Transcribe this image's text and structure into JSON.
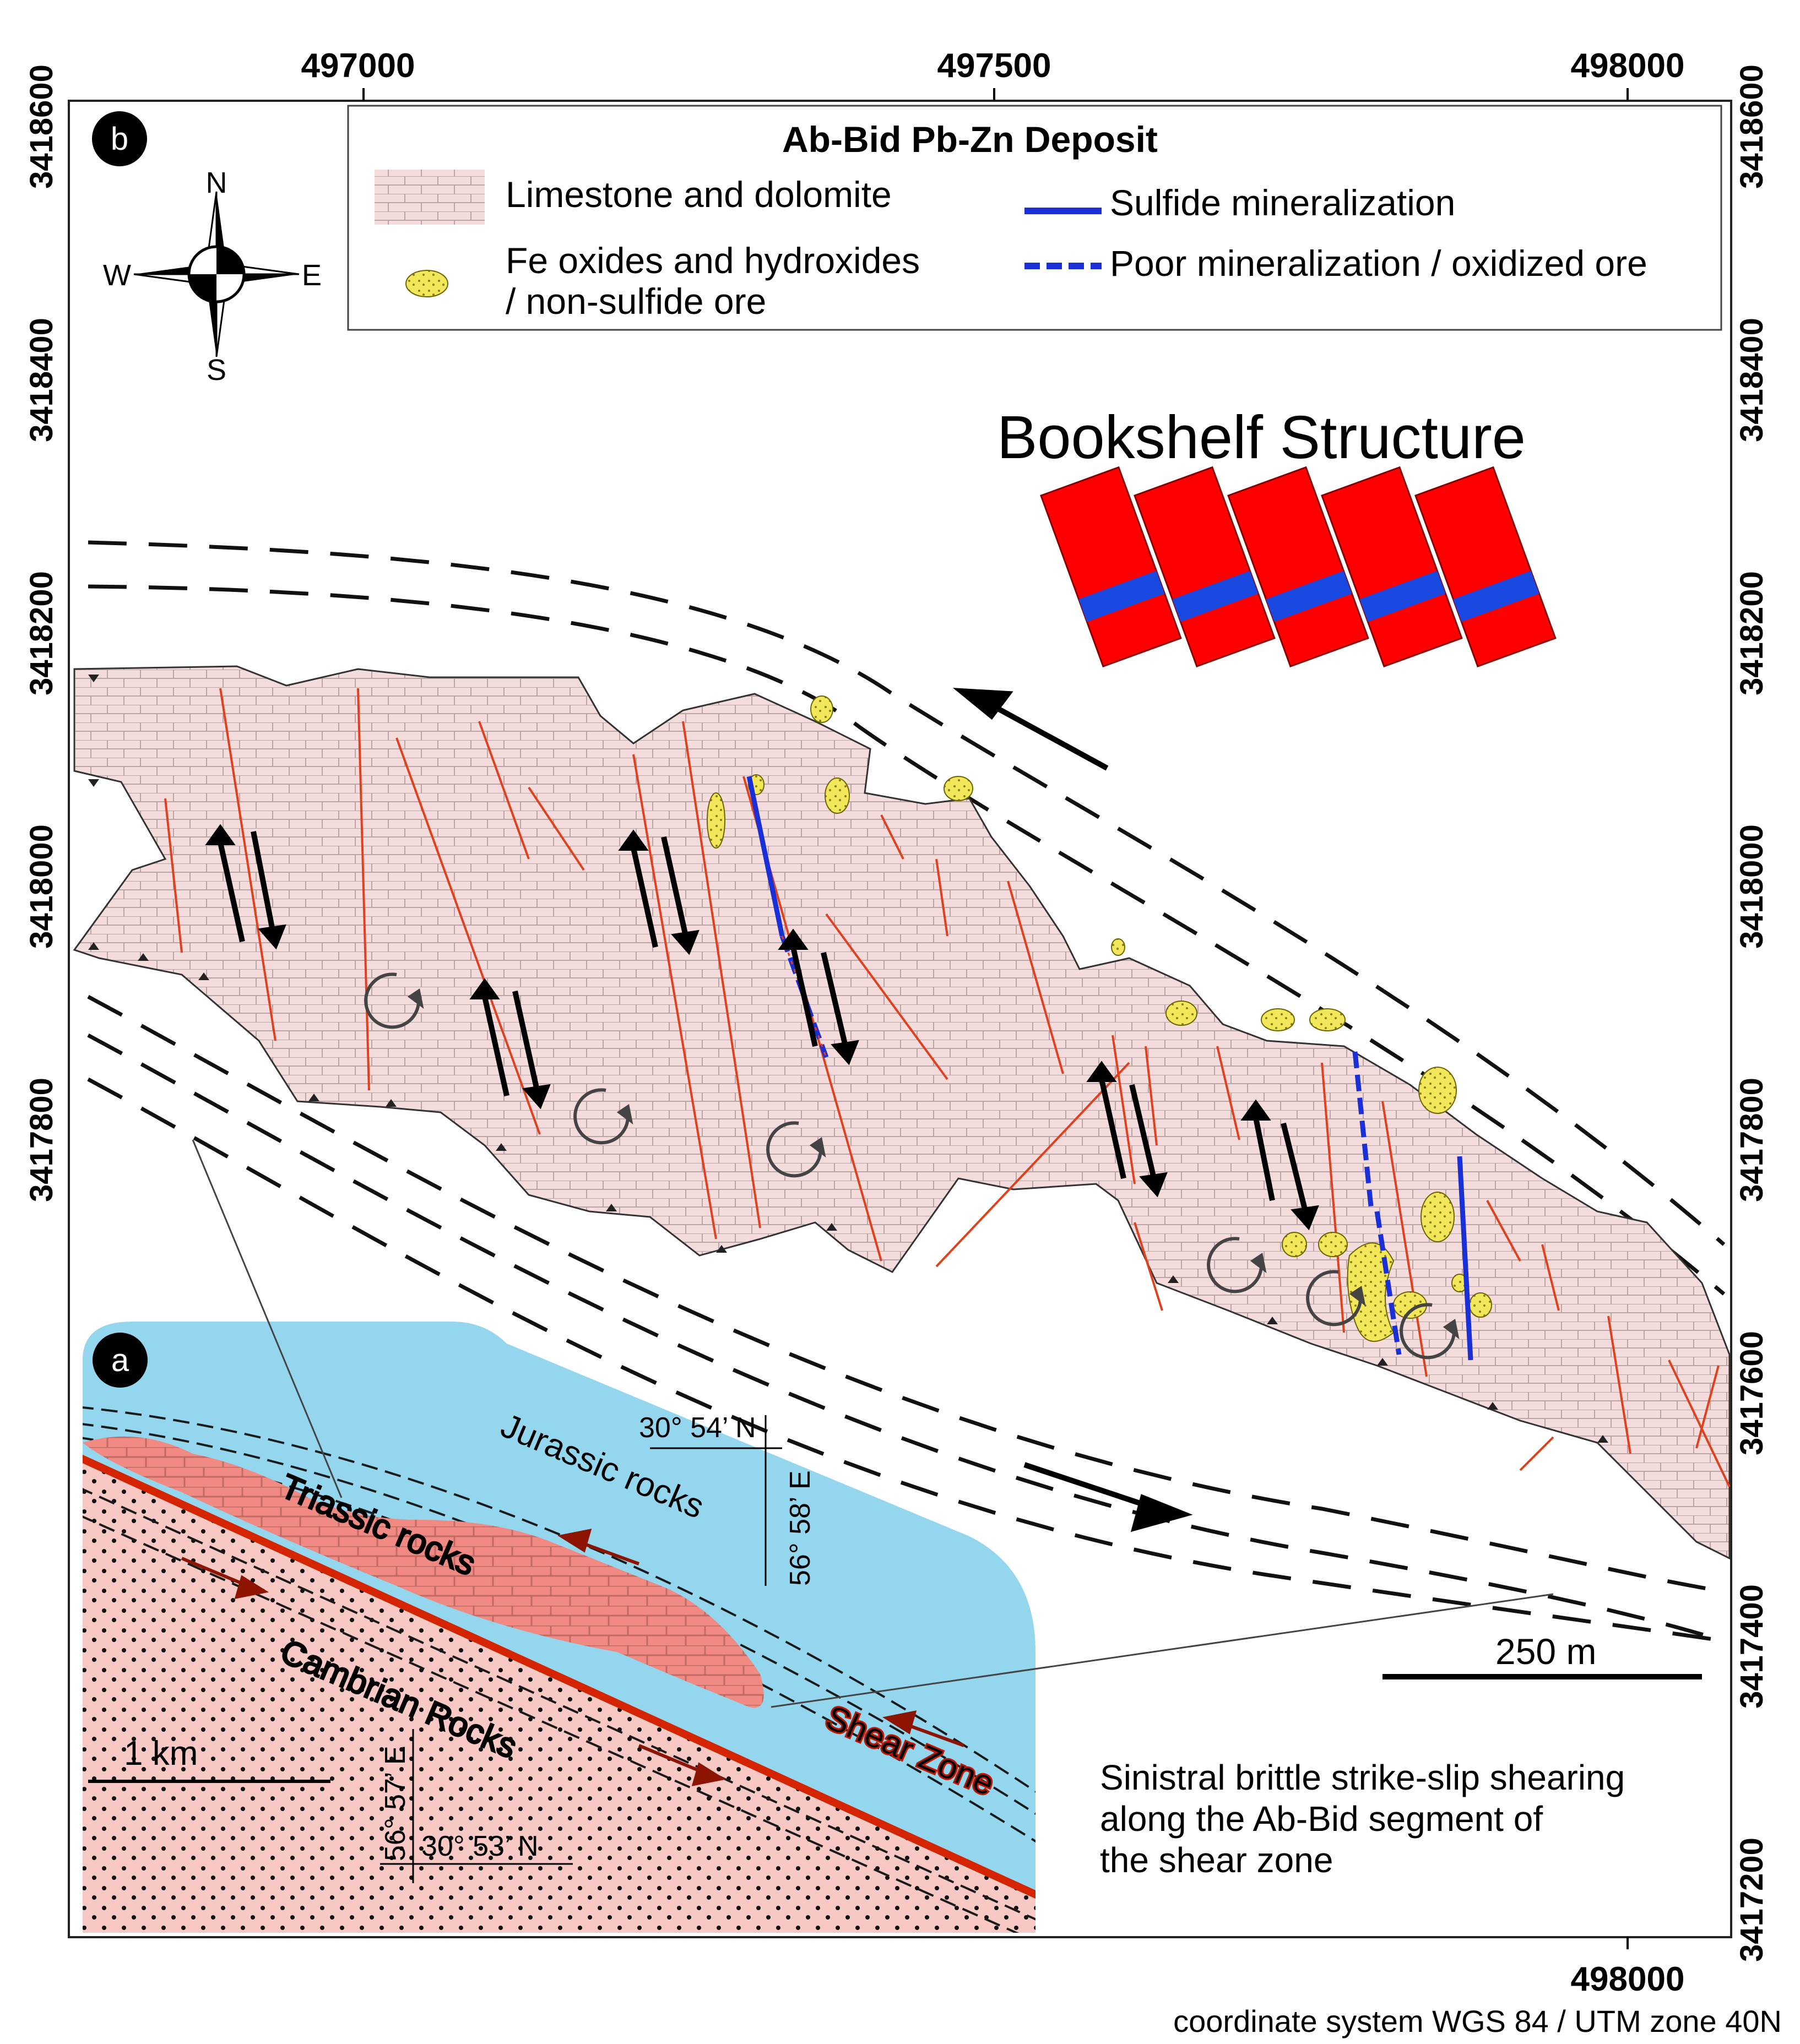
{
  "panel_b": {
    "badge": "b",
    "legend": {
      "title": "Ab-Bid Pb-Zn Deposit",
      "items": [
        {
          "label": "Limestone and dolomite"
        },
        {
          "label_line1": "Fe oxides and hydroxides",
          "label_line2": "/ non-sulfide ore"
        },
        {
          "label": "Sulfide mineralization"
        },
        {
          "label": "Poor mineralization / oxidized ore"
        }
      ]
    },
    "compass": {
      "n": "N",
      "s": "S",
      "e": "E",
      "w": "W"
    },
    "bookshelf_title": "Bookshelf Structure",
    "scale_bar": "250 m",
    "caption_lines": [
      "Sinistral brittle strike-slip shearing",
      "along the Ab-Bid segment of",
      "the shear zone"
    ],
    "x_ticks": [
      "497000",
      "497500",
      "498000"
    ],
    "x_tick_bottom": "498000",
    "y_ticks": [
      "3418600",
      "3418400",
      "3418200",
      "3418000",
      "3417800",
      "3417600",
      "3417400",
      "3417200"
    ],
    "coordinate_system": "coordinate system WGS 84 / UTM zone 40N"
  },
  "panel_a": {
    "badge": "a",
    "labels": {
      "jurassic": "Jurassic rocks",
      "triassic": "Triassic rocks",
      "cambrian": "Cambrian Rocks",
      "shear_zone": "Shear Zone"
    },
    "coords": {
      "lat_top": "30° 54’ N",
      "lon_top": "56° 58’ E",
      "lat_bottom": "30° 53’ N",
      "lon_bottom": "56° 57’ E"
    },
    "scale_bar": "1 km"
  },
  "colors": {
    "limestone": "#f4dcdc",
    "limestone_lines": "#b9a5a5",
    "fault_red": "#e2401c",
    "sulfide_blue": "#1b2fd6",
    "fe_yellow": "#f2e65a",
    "bookshelf_red": "#ff0000",
    "bookshelf_blue": "#1848e0",
    "jurassic_blue": "#93d6ee",
    "triassic_red": "#f08a82",
    "cambrian_pink": "#f8c8c4",
    "shear_red": "#d42400"
  }
}
